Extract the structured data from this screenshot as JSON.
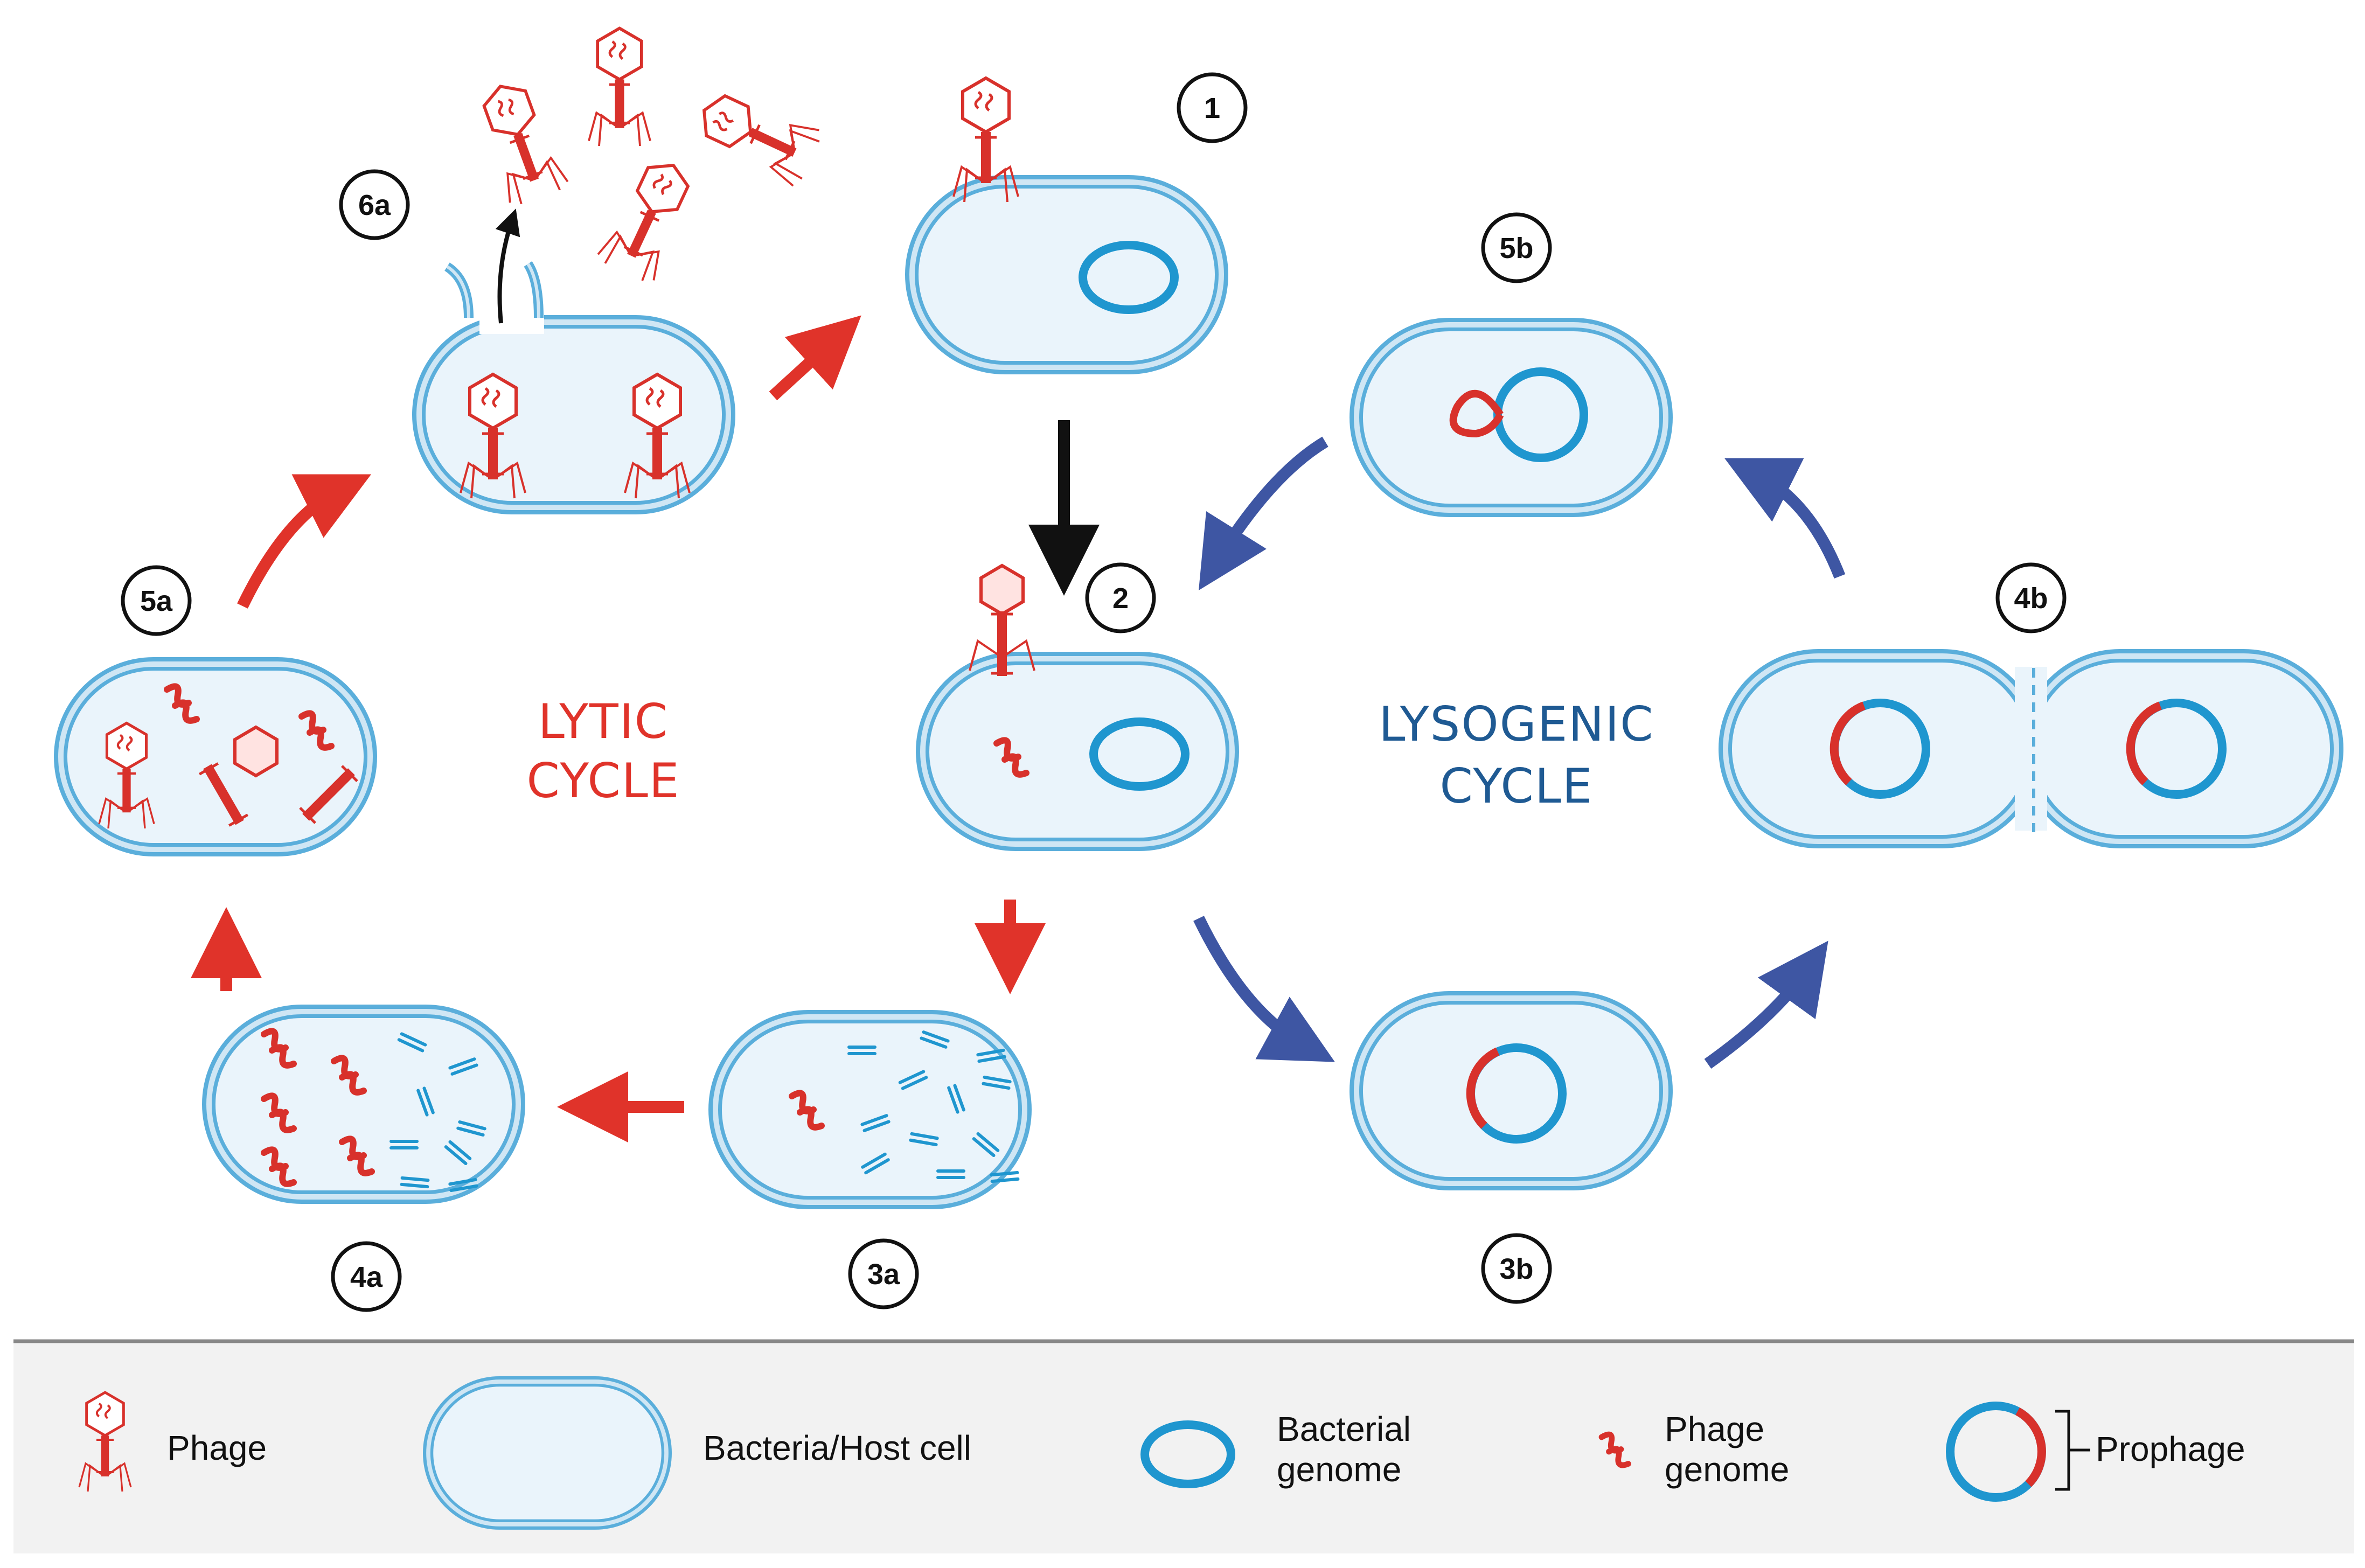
{
  "colors": {
    "membrane": "#5aaedb",
    "cytoplasm": "#eaf4fb",
    "bacterial_genome": "#1f96cf",
    "phage": "#d8312b",
    "lytic_arrow": "#e0332a",
    "lysogenic_arrow": "#3e56a3",
    "lysogenic_text": "#1f5a93",
    "legend_bg": "#f2f2f2"
  },
  "steps": {
    "s1": "1",
    "s2": "2",
    "s3a": "3a",
    "s4a": "4a",
    "s5a": "5a",
    "s6a": "6a",
    "s3b": "3b",
    "s4b": "4b",
    "s5b": "5b"
  },
  "cycles": {
    "lytic_line1": "LYTIC",
    "lytic_line2": "CYCLE",
    "lysogenic_line1": "LYSOGENIC",
    "lysogenic_line2": "CYCLE"
  },
  "legend": {
    "phage": "Phage",
    "host_cell": "Bacteria/Host cell",
    "bacterial_genome_line1": "Bacterial",
    "bacterial_genome_line2": "genome",
    "phage_genome_line1": "Phage",
    "phage_genome_line2": "genome",
    "prophage": "Prophage"
  },
  "icons": [
    "phage-icon",
    "bacterial-cell-icon",
    "bacterial-genome-icon",
    "phage-genome-icon",
    "prophage-icon"
  ]
}
